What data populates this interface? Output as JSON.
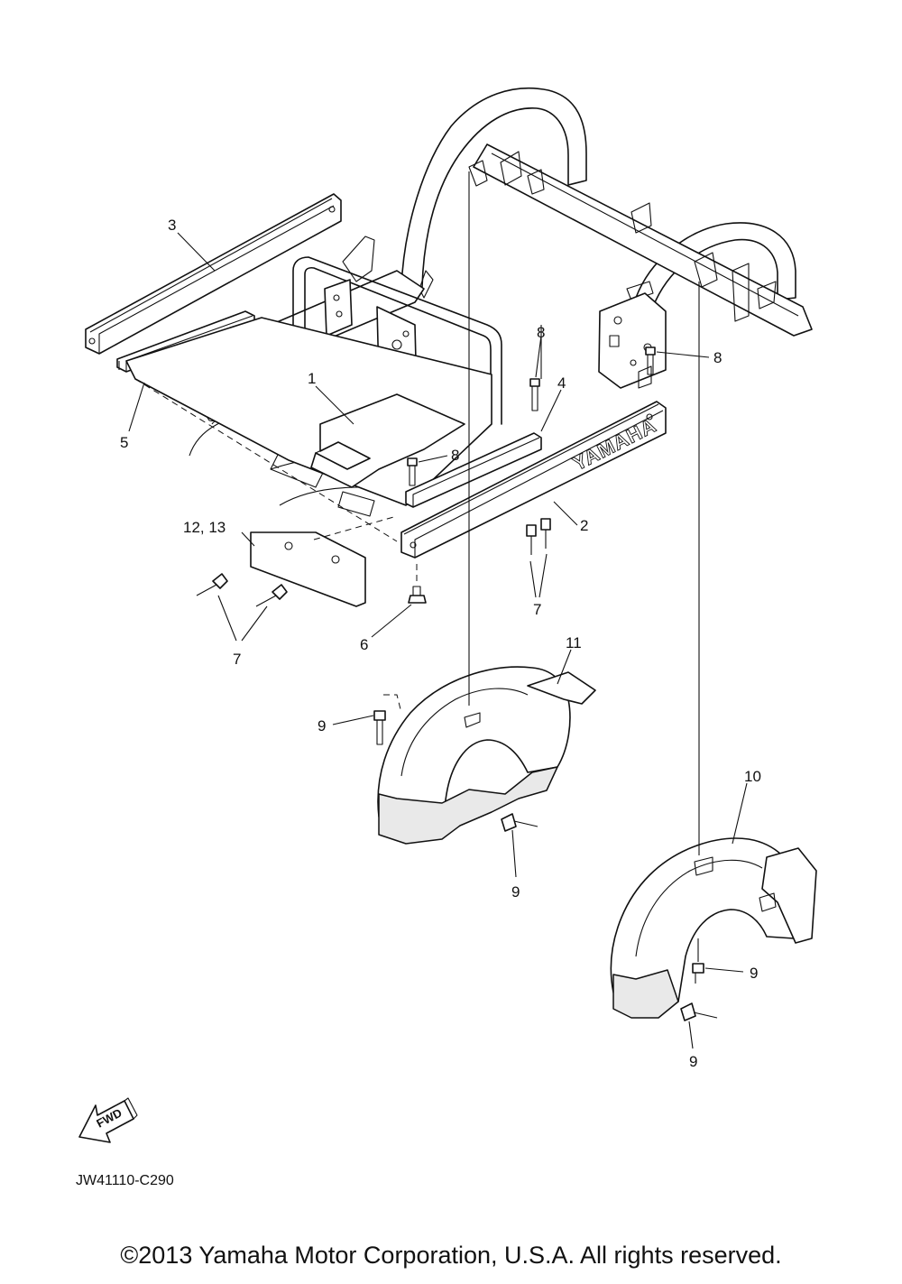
{
  "diagram_code": "JW41110-C290",
  "copyright": "©2013 Yamaha Motor Corporation, U.S.A. All rights reserved.",
  "brand_mark": "YAMAHA",
  "fwd_label": "FWD",
  "callouts": {
    "c1": "1",
    "c2": "2",
    "c3": "3",
    "c4": "4",
    "c5": "5",
    "c6": "6",
    "c7a": "7",
    "c7b": "7",
    "c8a": "8",
    "c8b": "8",
    "c8c": "8",
    "c9a": "9",
    "c9b": "9",
    "c9c": "9",
    "c9d": "9",
    "c10": "10",
    "c11": "11",
    "c1213": "12, 13"
  }
}
